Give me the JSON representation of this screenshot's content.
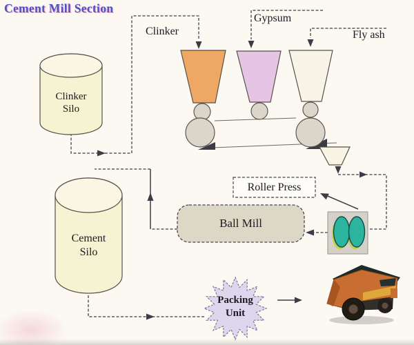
{
  "title": "Cement Mill Section",
  "feeds": {
    "clinker": "Clinker",
    "gypsum": "Gypsum",
    "fly_ash": "Fly ash"
  },
  "nodes": {
    "clinker_silo": {
      "line1": "Clinker",
      "line2": "Silo"
    },
    "cement_silo": {
      "line1": "Cement",
      "line2": "Silo"
    },
    "roller_press": {
      "label": "Roller Press"
    },
    "ball_mill": {
      "label": "Ball Mill"
    },
    "packing_unit": {
      "line1": "Packing",
      "line2": "Unit"
    }
  },
  "colors": {
    "title_text": "#4a53c6",
    "clinker_hopper": "#efa863",
    "gypsum_hopper": "#e5c5e3",
    "fly_ash_hopper": "#f8f5e8",
    "silo_body": "#f6f3d2",
    "silo_top": "#f9f7e4",
    "ball_mill_fill": "#ddd8c6",
    "roller_teal": "#2cb49e",
    "star_fill": "#ded6ec",
    "pulley_fill": "#dcd5ca",
    "funnel_fill": "#f8f5e4",
    "line_color": "#3c3c46"
  }
}
